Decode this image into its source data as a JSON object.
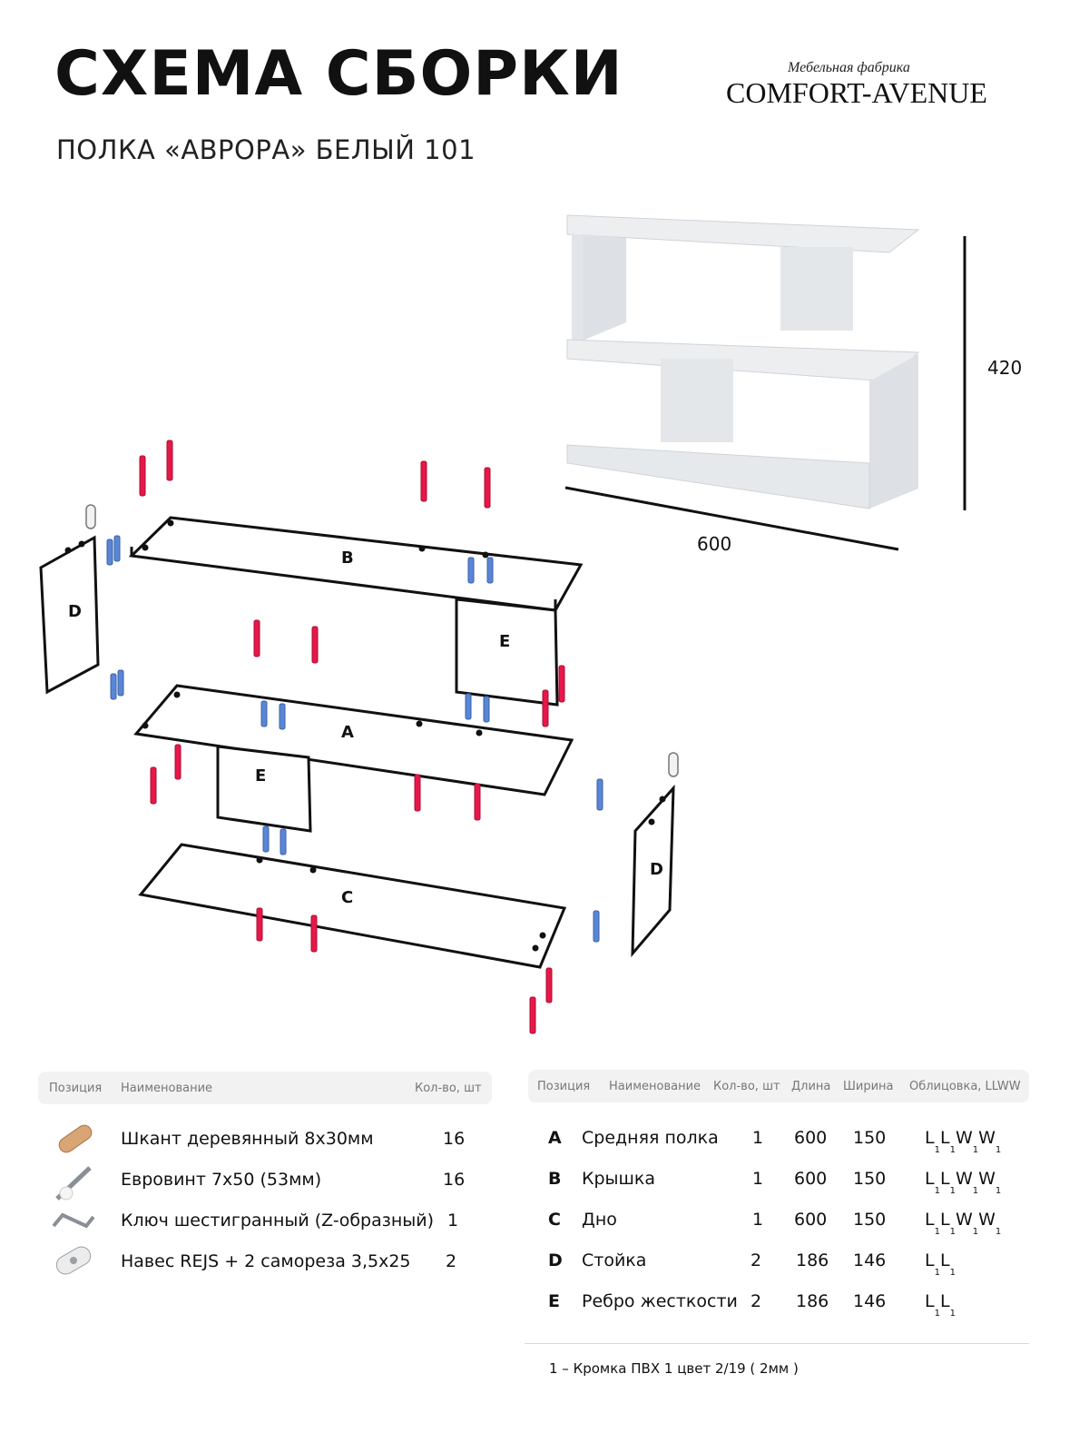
{
  "header": {
    "title": "СХЕМА СБОРКИ",
    "subtitle": "ПОЛКА «АВРОРА» БЕЛЫЙ 101",
    "brand_tagline": "Мебельная фабрика",
    "brand_name": "COMFORT-AVENUE"
  },
  "dimensions": {
    "width": "600",
    "height": "420"
  },
  "panel_labels": {
    "a": "A",
    "b": "B",
    "c": "C",
    "d": "D",
    "e": "E"
  },
  "hardware_table": {
    "headers": [
      "Позиция",
      "Наименование",
      "Кол-во, шт"
    ],
    "rows": [
      {
        "name": "Шкант деревянный 8х30мм",
        "qty": "16",
        "icon": "wood-dowel-icon"
      },
      {
        "name": "Евровинт 7х50 (53мм)",
        "qty": "16",
        "icon": "confirmat-screw-icon"
      },
      {
        "name": "Ключ шестигранный (Z-образный)",
        "qty": "1",
        "icon": "hex-key-icon"
      },
      {
        "name": "Навес REJS + 2 самореза 3,5х25",
        "qty": "2",
        "icon": "hanger-icon"
      }
    ]
  },
  "parts_table": {
    "headers": [
      "Позиция",
      "Наименование",
      "Кол-во, шт",
      "Длина",
      "Ширина",
      "Облицовка, LLWW"
    ],
    "rows": [
      {
        "pos": "A",
        "name": "Средняя полка",
        "qty": "1",
        "length": "600",
        "width": "150",
        "edging": "LLWW"
      },
      {
        "pos": "B",
        "name": "Крышка",
        "qty": "1",
        "length": "600",
        "width": "150",
        "edging": "LLWW"
      },
      {
        "pos": "C",
        "name": "Дно",
        "qty": "1",
        "length": "600",
        "width": "150",
        "edging": "LLWW"
      },
      {
        "pos": "D",
        "name": "Стойка",
        "qty": "2",
        "length": "186",
        "width": "146",
        "edging": "LL"
      },
      {
        "pos": "E",
        "name": "Ребро жесткости",
        "qty": "2",
        "length": "186",
        "width": "146",
        "edging": "LL"
      }
    ],
    "edge_subscript": "1"
  },
  "footnote": "1 – Кромка ПВХ 1 цвет 2/19 ( 2мм )",
  "colors": {
    "screw": "#e8174a",
    "dowel": "#5b86d6",
    "outline": "#111111",
    "panel": "#ffffff",
    "photo": "#e9ebee"
  }
}
